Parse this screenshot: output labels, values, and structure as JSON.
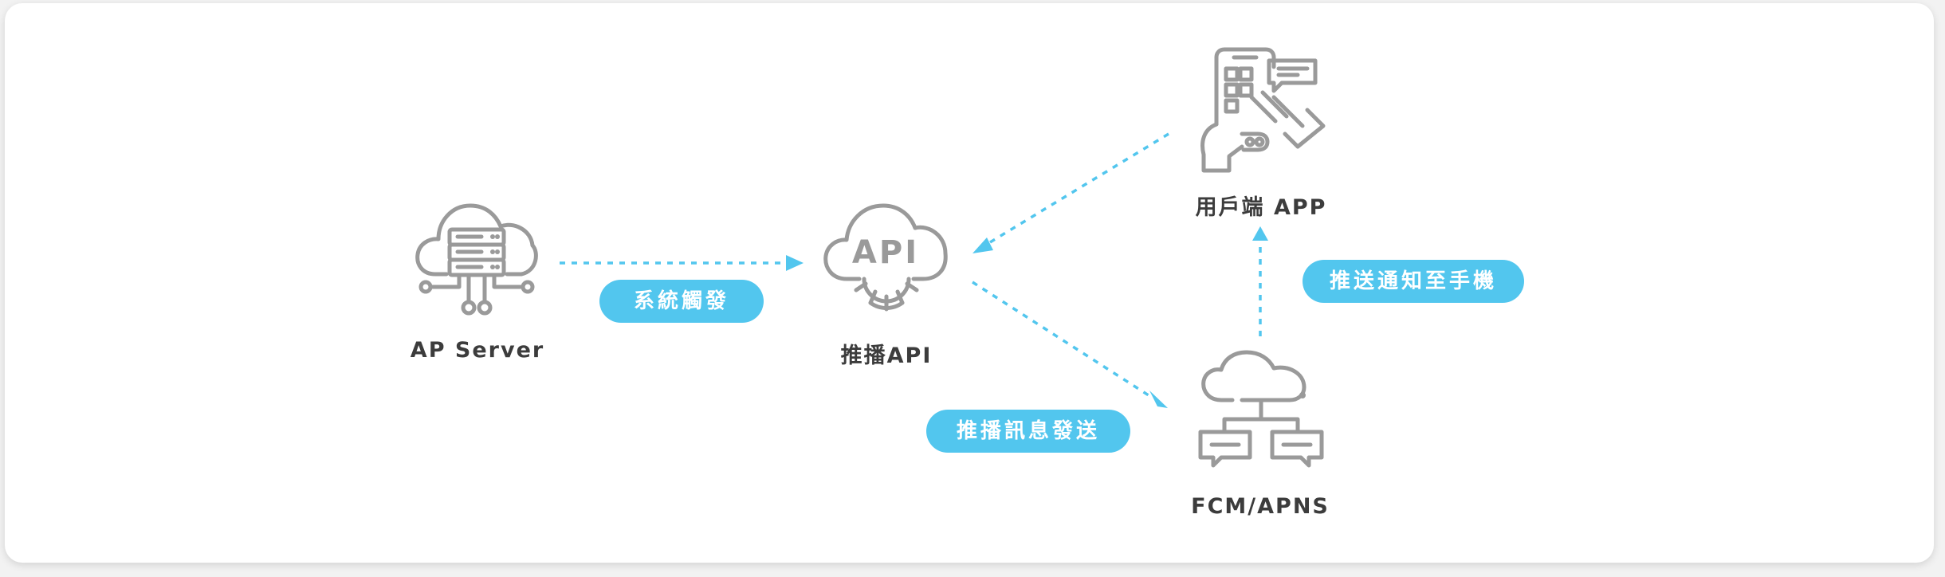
{
  "nodes": {
    "ap_server": {
      "label": "AP Server",
      "icon": "cloud-server-icon"
    },
    "push_api": {
      "label": "推播API",
      "icon_text": "API",
      "icon": "cloud-api-gear-icon"
    },
    "client_app": {
      "label": "用戶端 APP",
      "icon": "mobile-app-touch-icon"
    },
    "fcm_apns": {
      "label": "FCM/APNS",
      "icon": "cloud-network-chat-icon"
    }
  },
  "edges": {
    "system_trigger": {
      "label": "系統觸發"
    },
    "push_send": {
      "label": "推播訊息發送"
    },
    "push_to_phone": {
      "label": "推送通知至手機"
    }
  },
  "colors": {
    "icon_stroke": "#9a9a9a",
    "accent": "#52c6ee",
    "label_text": "#3c3c3c",
    "card_background": "#ffffff"
  }
}
